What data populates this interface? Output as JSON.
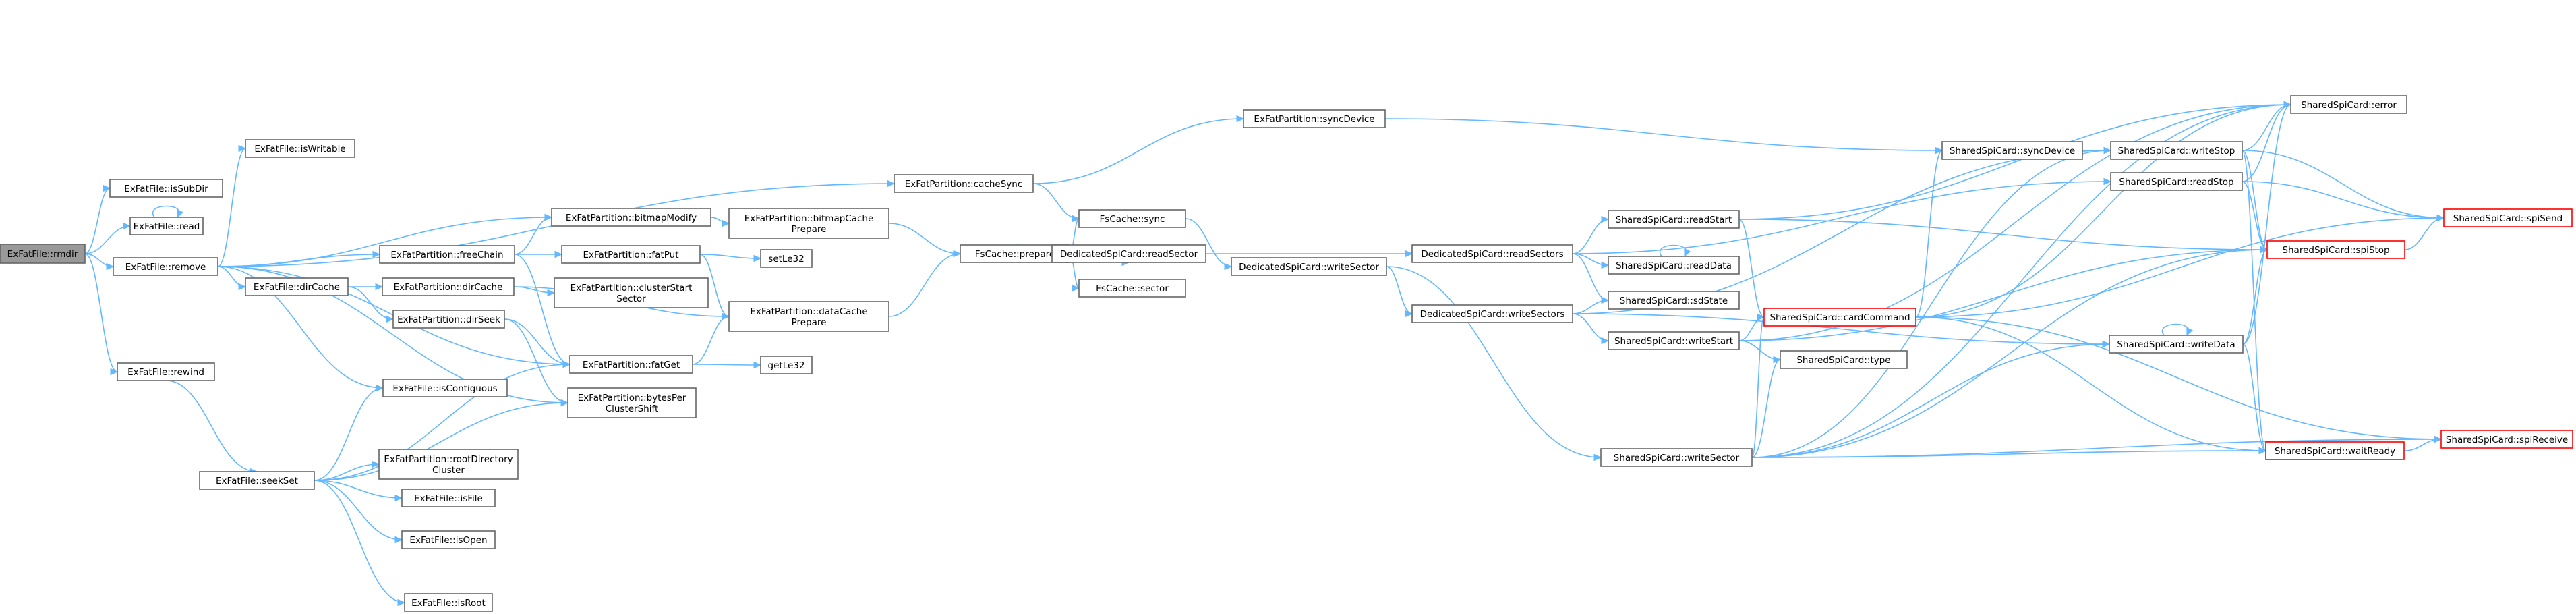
{
  "diagram": {
    "nodes": [
      {
        "id": "rmdir",
        "lines": [
          "ExFatFile::rmdir"
        ]
      },
      {
        "id": "isSubDir",
        "lines": [
          "ExFatFile::isSubDir"
        ]
      },
      {
        "id": "read",
        "lines": [
          "ExFatFile::read"
        ]
      },
      {
        "id": "remove",
        "lines": [
          "ExFatFile::remove"
        ]
      },
      {
        "id": "rewind",
        "lines": [
          "ExFatFile::rewind"
        ]
      },
      {
        "id": "isWritable",
        "lines": [
          "ExFatFile::isWritable"
        ]
      },
      {
        "id": "bitmapModify",
        "lines": [
          "ExFatPartition::bitmapModify"
        ]
      },
      {
        "id": "freeChain",
        "lines": [
          "ExFatPartition::freeChain"
        ]
      },
      {
        "id": "dirCache",
        "lines": [
          "ExFatFile::dirCache"
        ]
      },
      {
        "id": "pDirCache",
        "lines": [
          "ExFatPartition::dirCache"
        ]
      },
      {
        "id": "dirSeek",
        "lines": [
          "ExFatPartition::dirSeek"
        ]
      },
      {
        "id": "isContiguous",
        "lines": [
          "ExFatFile::isContiguous"
        ]
      },
      {
        "id": "seekSet",
        "lines": [
          "ExFatFile::seekSet"
        ]
      },
      {
        "id": "rootDir",
        "lines": [
          "ExFatPartition::rootDirectory",
          "Cluster"
        ]
      },
      {
        "id": "isFile",
        "lines": [
          "ExFatFile::isFile"
        ]
      },
      {
        "id": "isOpen",
        "lines": [
          "ExFatFile::isOpen"
        ]
      },
      {
        "id": "isRoot",
        "lines": [
          "ExFatFile::isRoot"
        ]
      },
      {
        "id": "fatPut",
        "lines": [
          "ExFatPartition::fatPut"
        ]
      },
      {
        "id": "clusterStart",
        "lines": [
          "ExFatPartition::clusterStart",
          "Sector"
        ]
      },
      {
        "id": "fatGet",
        "lines": [
          "ExFatPartition::fatGet"
        ]
      },
      {
        "id": "bytesPer",
        "lines": [
          "ExFatPartition::bytesPer",
          "ClusterShift"
        ]
      },
      {
        "id": "bitmapCache",
        "lines": [
          "ExFatPartition::bitmapCache",
          "Prepare"
        ]
      },
      {
        "id": "dataCache",
        "lines": [
          "ExFatPartition::dataCache",
          "Prepare"
        ]
      },
      {
        "id": "setLe32",
        "lines": [
          "setLe32"
        ]
      },
      {
        "id": "getLe32",
        "lines": [
          "getLe32"
        ]
      },
      {
        "id": "cacheSync",
        "lines": [
          "ExFatPartition::cacheSync"
        ]
      },
      {
        "id": "syncDevice",
        "lines": [
          "ExFatPartition::syncDevice"
        ]
      },
      {
        "id": "fsSync",
        "lines": [
          "FsCache::sync"
        ]
      },
      {
        "id": "prepare",
        "lines": [
          "FsCache::prepare"
        ]
      },
      {
        "id": "sector",
        "lines": [
          "FsCache::sector"
        ]
      },
      {
        "id": "dReadSector",
        "lines": [
          "DedicatedSpiCard::readSector"
        ]
      },
      {
        "id": "dWriteSector",
        "lines": [
          "DedicatedSpiCard::writeSector"
        ]
      },
      {
        "id": "dReadSectors",
        "lines": [
          "DedicatedSpiCard::readSectors"
        ]
      },
      {
        "id": "dWriteSectors",
        "lines": [
          "DedicatedSpiCard::writeSectors"
        ]
      },
      {
        "id": "sReadStart",
        "lines": [
          "SharedSpiCard::readStart"
        ]
      },
      {
        "id": "sReadData",
        "lines": [
          "SharedSpiCard::readData"
        ]
      },
      {
        "id": "sSdState",
        "lines": [
          "SharedSpiCard::sdState"
        ]
      },
      {
        "id": "sWriteStart",
        "lines": [
          "SharedSpiCard::writeStart"
        ]
      },
      {
        "id": "sCardCommand",
        "lines": [
          "SharedSpiCard::cardCommand"
        ],
        "red": true
      },
      {
        "id": "sType",
        "lines": [
          "SharedSpiCard::type"
        ]
      },
      {
        "id": "sWriteSector",
        "lines": [
          "SharedSpiCard::writeSector"
        ]
      },
      {
        "id": "sSyncDevice",
        "lines": [
          "SharedSpiCard::syncDevice"
        ]
      },
      {
        "id": "sWriteStop",
        "lines": [
          "SharedSpiCard::writeStop"
        ]
      },
      {
        "id": "sReadStop",
        "lines": [
          "SharedSpiCard::readStop"
        ]
      },
      {
        "id": "sWriteData",
        "lines": [
          "SharedSpiCard::writeData"
        ]
      },
      {
        "id": "sError",
        "lines": [
          "SharedSpiCard::error"
        ]
      },
      {
        "id": "sSpiSend",
        "lines": [
          "SharedSpiCard::spiSend"
        ],
        "red": true
      },
      {
        "id": "sSpiStop",
        "lines": [
          "SharedSpiCard::spiStop"
        ],
        "red": true
      },
      {
        "id": "sWaitReady",
        "lines": [
          "SharedSpiCard::waitReady"
        ],
        "red": true
      },
      {
        "id": "sSpiReceive",
        "lines": [
          "SharedSpiCard::spiReceive"
        ],
        "red": true
      }
    ]
  }
}
